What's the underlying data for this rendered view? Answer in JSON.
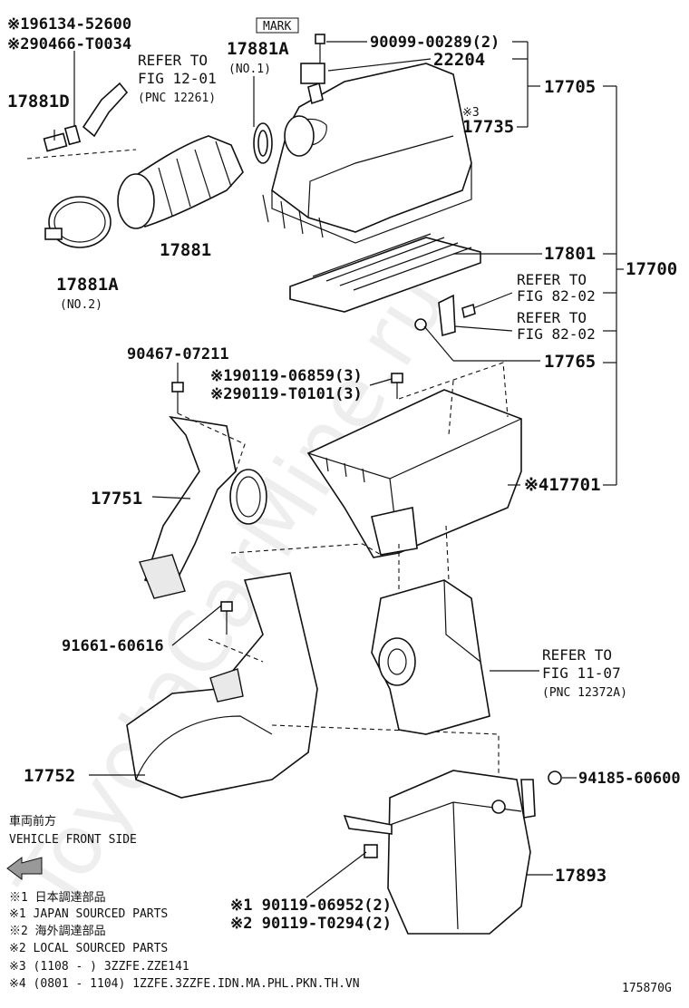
{
  "watermark": "ToyotaCarMine.ru",
  "mark_box": "MARK",
  "callouts": {
    "p_196134": "※196134-52600",
    "p_290466": "※290466-T0034",
    "p_17881D": "17881D",
    "ref_12_01_a": "REFER TO",
    "ref_12_01_b": "FIG 12-01",
    "ref_12_01_c": "(PNC 12261)",
    "p_17881A_1": "17881A",
    "p_17881A_1_sub": "(NO.1)",
    "p_90099": "90099-00289(2)",
    "p_22204": "22204",
    "p_17705": "17705",
    "p_17735_mark": "※3",
    "p_17735": "17735",
    "p_17881": "17881",
    "p_17881A_2": "17881A",
    "p_17881A_2_sub": "(NO.2)",
    "p_17801": "17801",
    "p_17700": "17700",
    "ref_82_02a_a": "REFER TO",
    "ref_82_02a_b": "FIG 82-02",
    "ref_82_02b_a": "REFER TO",
    "ref_82_02b_b": "FIG 82-02",
    "p_17765": "17765",
    "p_90467": "90467-07211",
    "p_90119_06859": "※190119-06859(3)",
    "p_90119_T0101": "※290119-T0101(3)",
    "p_17701": "※417701",
    "p_17751": "17751",
    "p_91661": "91661-60616",
    "ref_11_07_a": "REFER TO",
    "ref_11_07_b": "FIG 11-07",
    "ref_11_07_c": "(PNC 12372A)",
    "p_17752": "17752",
    "p_94185": "94185-60600",
    "p_17893": "17893",
    "p_90119_06952": "※1 90119-06952(2)",
    "p_90119_T0294": "※2 90119-T0294(2)"
  },
  "legend": {
    "front_jp": "車両前方",
    "front_en": "VEHICLE FRONT SIDE",
    "n1_jp": "※1 日本調達部品",
    "n1_en": "※1 JAPAN SOURCED PARTS",
    "n2_jp": "※2 海外調達部品",
    "n2_en": "※2 LOCAL SOURCED PARTS",
    "n3": "※3 (1108 -      ) 3ZZFE.ZZE141",
    "n4": "※4 (0801 - 1104) 1ZZFE.3ZZFE.IDN.MA.PHL.PKN.TH.VN"
  },
  "figure_code": "175870G"
}
